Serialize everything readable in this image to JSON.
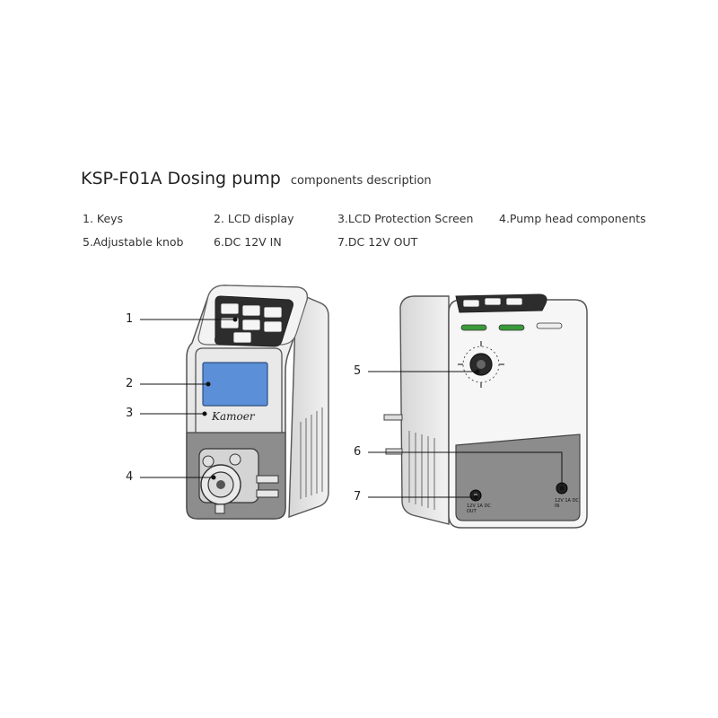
{
  "title": {
    "main": "KSP-F01A Dosing pump",
    "sub": "components description"
  },
  "legend": [
    "1. Keys",
    "2. LCD display",
    "3.LCD Protection Screen",
    "4.Pump head components",
    "5.Adjustable knob",
    "6.DC 12V IN",
    "7.DC 12V OUT"
  ],
  "callouts": [
    "1",
    "2",
    "3",
    "4",
    "5",
    "6",
    "7"
  ],
  "brand_logo": "Kamoer",
  "port_labels": {
    "out": "12V 1A DC OUT",
    "in": "12V 1A DC IN"
  },
  "colors": {
    "body": "#ececec",
    "outline": "#555555",
    "lcd": "#5b8fd8",
    "dark_panel": "#8a8a8a",
    "indicator": "#3a9a3a"
  }
}
